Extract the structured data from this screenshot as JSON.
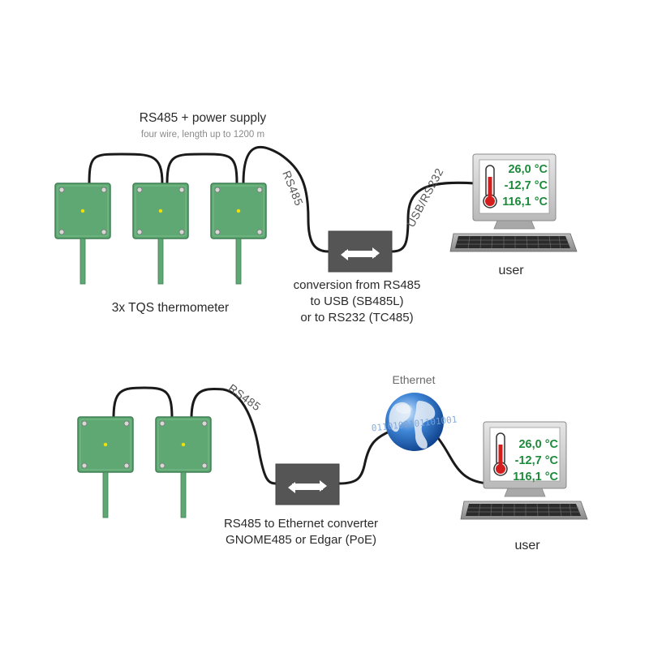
{
  "top": {
    "bus_title": "RS485 + power supply",
    "bus_subtitle": "four wire, length up to 1200 m",
    "wire_rs485": "RS485",
    "wire_usb": "USB/RS232",
    "sensors_label": "3x TQS thermometer",
    "converter_lines": [
      "conversion from RS485",
      "to USB (SB485L)",
      "or to RS232 (TC485)"
    ],
    "user_label": "user",
    "readings": [
      "26,0 °C",
      "-12,7 °C",
      "116,1 °C"
    ]
  },
  "bottom": {
    "wire_rs485": "RS485",
    "network_label": "Ethernet",
    "binary_text": "0110100101101001",
    "converter_lines": [
      "RS485 to Ethernet converter",
      "GNOME485 or Edgar (PoE)"
    ],
    "user_label": "user",
    "readings": [
      "26,0 °C",
      "-12,7 °C",
      "116,1 °C"
    ]
  },
  "colors": {
    "sensor_green": "#5fa873",
    "sensor_border": "#3f7f52",
    "led": "#f2e200",
    "converter": "#555555",
    "reading_green": "#1e8a3c",
    "wire": "#1a1a1a"
  },
  "icons": [
    "thermometer-icon",
    "globe-icon",
    "converter-arrows-icon",
    "keyboard-icon"
  ]
}
